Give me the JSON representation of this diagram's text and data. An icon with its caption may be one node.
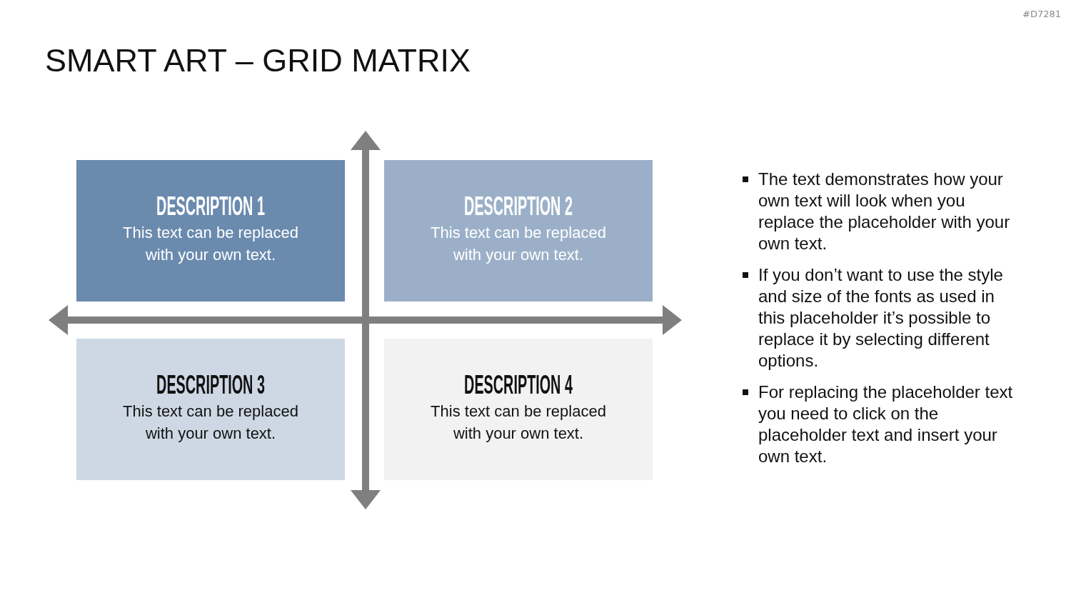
{
  "diagram": {
    "title": "SMART ART – GRID MATRIX",
    "nodes": [
      {
        "text": [
          "DESCRIPTION 1",
          "This text can be replaced with your own text."
        ]
      },
      {
        "text": [
          "DESCRIPTION 2",
          "This text can be replaced with your own text."
        ]
      },
      {
        "text": [
          "DESCRIPTION 3",
          "This text can be replaced with your own text."
        ]
      },
      {
        "text": [
          "DESCRIPTION 4",
          "This text can be replaced with your own text."
        ]
      }
    ],
    "labels": [
      "#D7281",
      "The text demonstrates how your own text will look when you replace the placeholder with your own text.",
      "If you don’t want to use the style and size of the fonts as used in this placeholder it’s possible to replace it by selecting different options.",
      "For replacing the placeholder text you need to click on the placeholder text and insert your own text."
    ]
  }
}
